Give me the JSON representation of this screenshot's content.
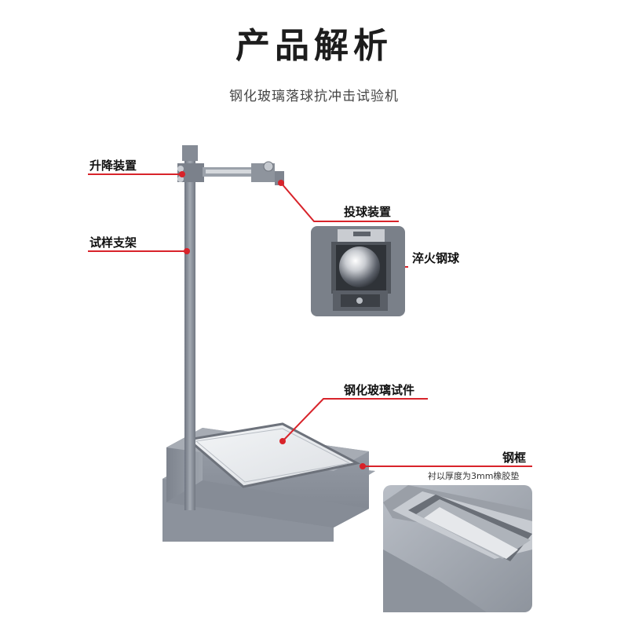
{
  "header": {
    "title": "产品解析",
    "subtitle": "钢化玻璃落球抗冲击试验机"
  },
  "callouts": {
    "lift": "升降装置",
    "drop": "投球装置",
    "ball": "淬火钢球",
    "stand": "试样支架",
    "specimen": "钢化玻璃试件",
    "frame": "钢框",
    "frame_note": "衬以厚度为3mm橡胶垫"
  },
  "colors": {
    "accent": "#d8232a",
    "machine": "#8a909a",
    "background": "#ffffff"
  }
}
